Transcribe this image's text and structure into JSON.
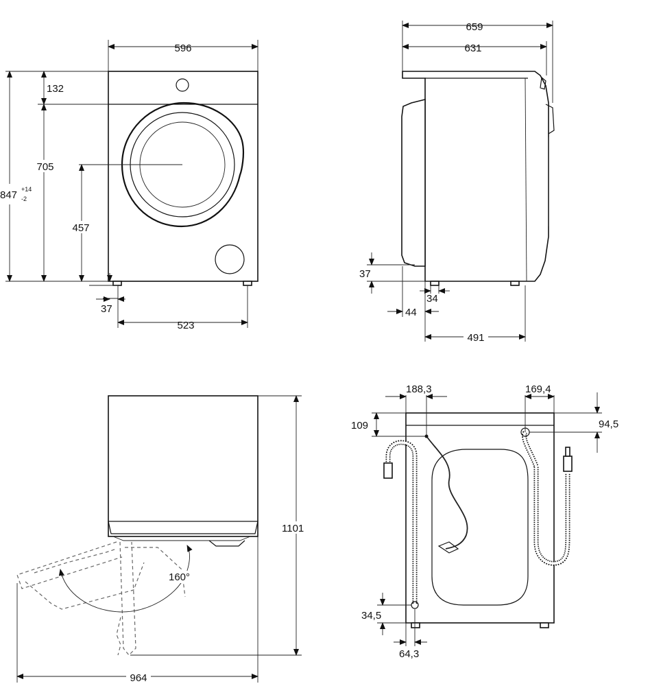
{
  "front_view": {
    "width": "596",
    "top_panel": "132",
    "door_height": "705",
    "height_main": "847",
    "height_sup": "+14",
    "height_sub": "-2",
    "door_center": "457",
    "foot_height": "37",
    "foot_spacing": "523"
  },
  "side_view": {
    "depth_overall": "659",
    "depth_top": "631",
    "foot_height": "37",
    "foot_width": "34",
    "door_protrusion": "44",
    "body_depth": "491"
  },
  "door_view": {
    "total_depth": "964",
    "open_height": "1101",
    "angle": "160°"
  },
  "rear_view": {
    "inlet_offset_left": "188,3",
    "inlet_offset_right": "169,4",
    "inlet_drop_left": "109",
    "inlet_drop_right": "94,5",
    "drain_height": "34,5",
    "drain_offset": "64,3"
  }
}
